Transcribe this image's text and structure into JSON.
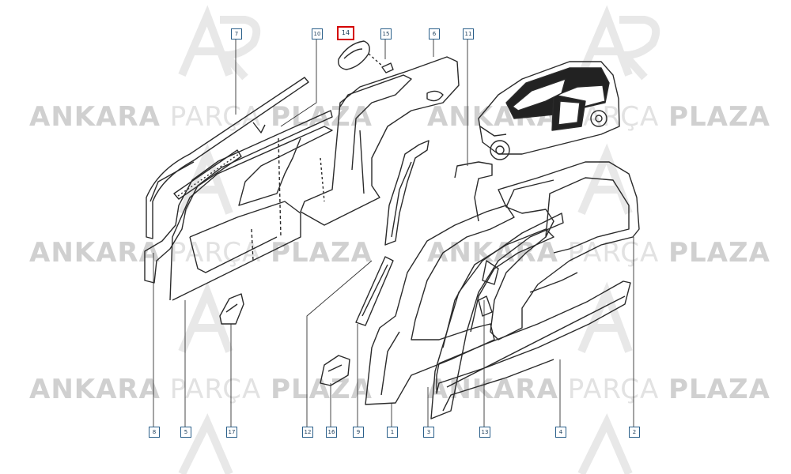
{
  "watermark": {
    "brand_bold1": "ANKARA",
    "brand_light": "PARÇA",
    "brand_bold2": "PLAZA"
  },
  "callouts": {
    "c7": "7",
    "c10": "10",
    "c14": "14",
    "c15": "15",
    "c6": "6",
    "c11": "11",
    "c8": "8",
    "c5": "5",
    "c17": "17",
    "c12": "12",
    "c16": "16",
    "c9": "9",
    "c1": "1",
    "c3": "3",
    "c13": "13",
    "c4": "4",
    "c2": "2"
  },
  "colors": {
    "line": "#2a2a2a",
    "callout_border": "#2a5f8a",
    "highlight": "#d40000",
    "watermark": "#d8d8d8"
  }
}
